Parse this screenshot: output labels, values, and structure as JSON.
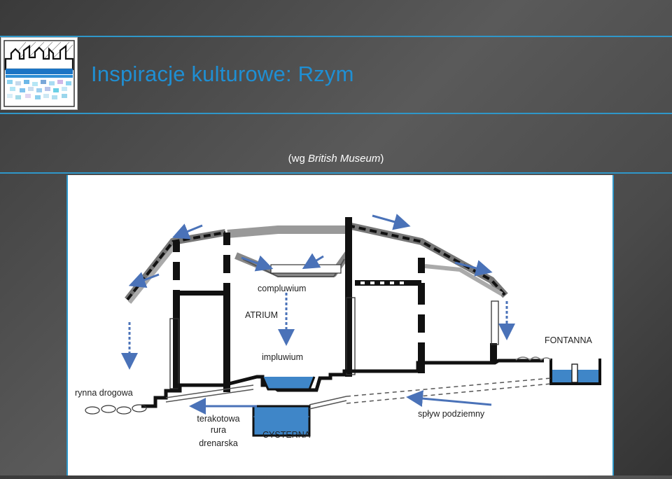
{
  "slide": {
    "title": "Inspiracje kulturowe: Rzym",
    "credit_prefix": "(wg ",
    "credit_source": "British Museum",
    "credit_suffix": ")"
  },
  "diagram": {
    "labels": {
      "compluwium": "compluwium",
      "atrium": "ATRIUM",
      "impluwium": "impluwium",
      "fontanna": "FONTANNA",
      "rynna": "rynna drogowa",
      "terakotowa_1": "terakotowa",
      "terakotowa_2": "rura",
      "terakotowa_3": "drenarska",
      "cysterna": "CYSTERNA",
      "splyw": "spływ podziemny"
    },
    "colors": {
      "water": "#3f86c8",
      "arrow": "#4a72b8",
      "accent": "#2f97c9"
    }
  }
}
